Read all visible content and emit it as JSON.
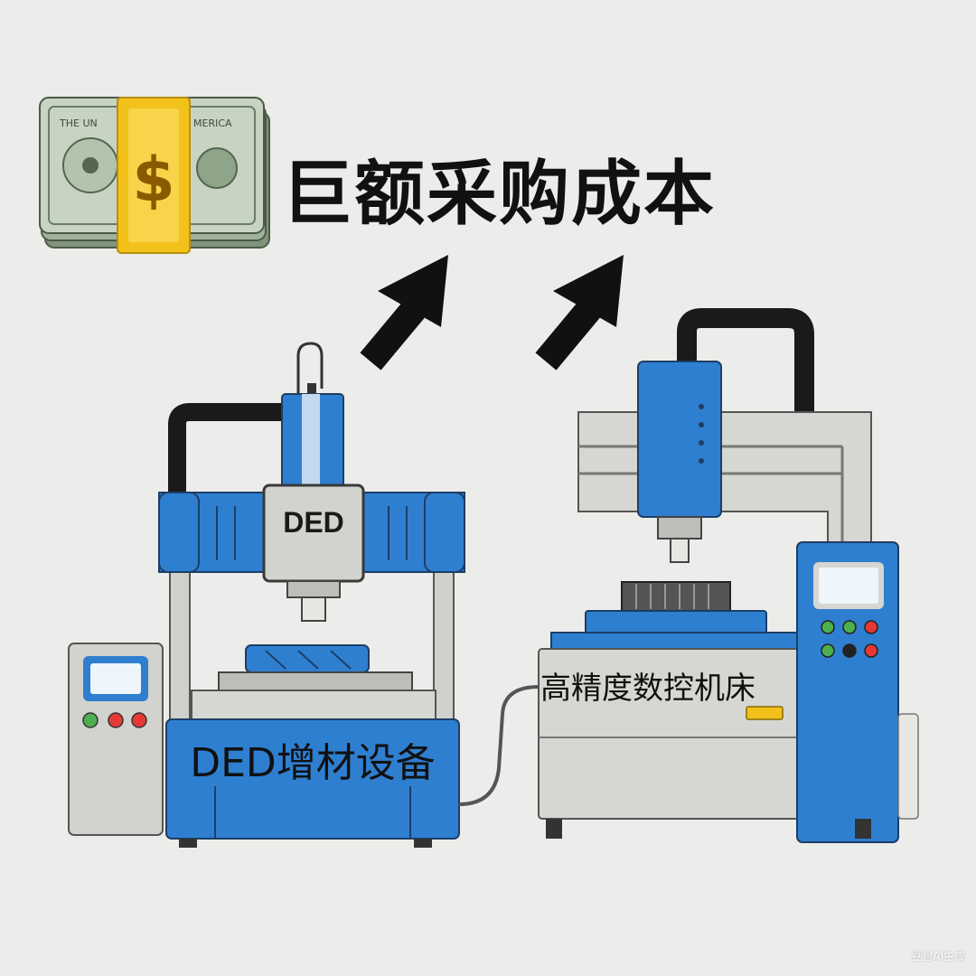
{
  "title": "巨额采购成本",
  "ded_machine": {
    "head_label": "DED",
    "base_label": "DED增材设备"
  },
  "cnc_machine": {
    "label": "高精度数控机床"
  },
  "money": {
    "symbol": "$",
    "note_text_left": "THE UN",
    "note_text_right": "MERICA"
  },
  "watermark": "豆包AI生成",
  "colors": {
    "accent_blue": "#2f7fd0",
    "frame_gray": "#d4d4d0",
    "arrow": "#111111",
    "band_yellow": "#f2c21b",
    "note_green": "#8fa58a"
  }
}
